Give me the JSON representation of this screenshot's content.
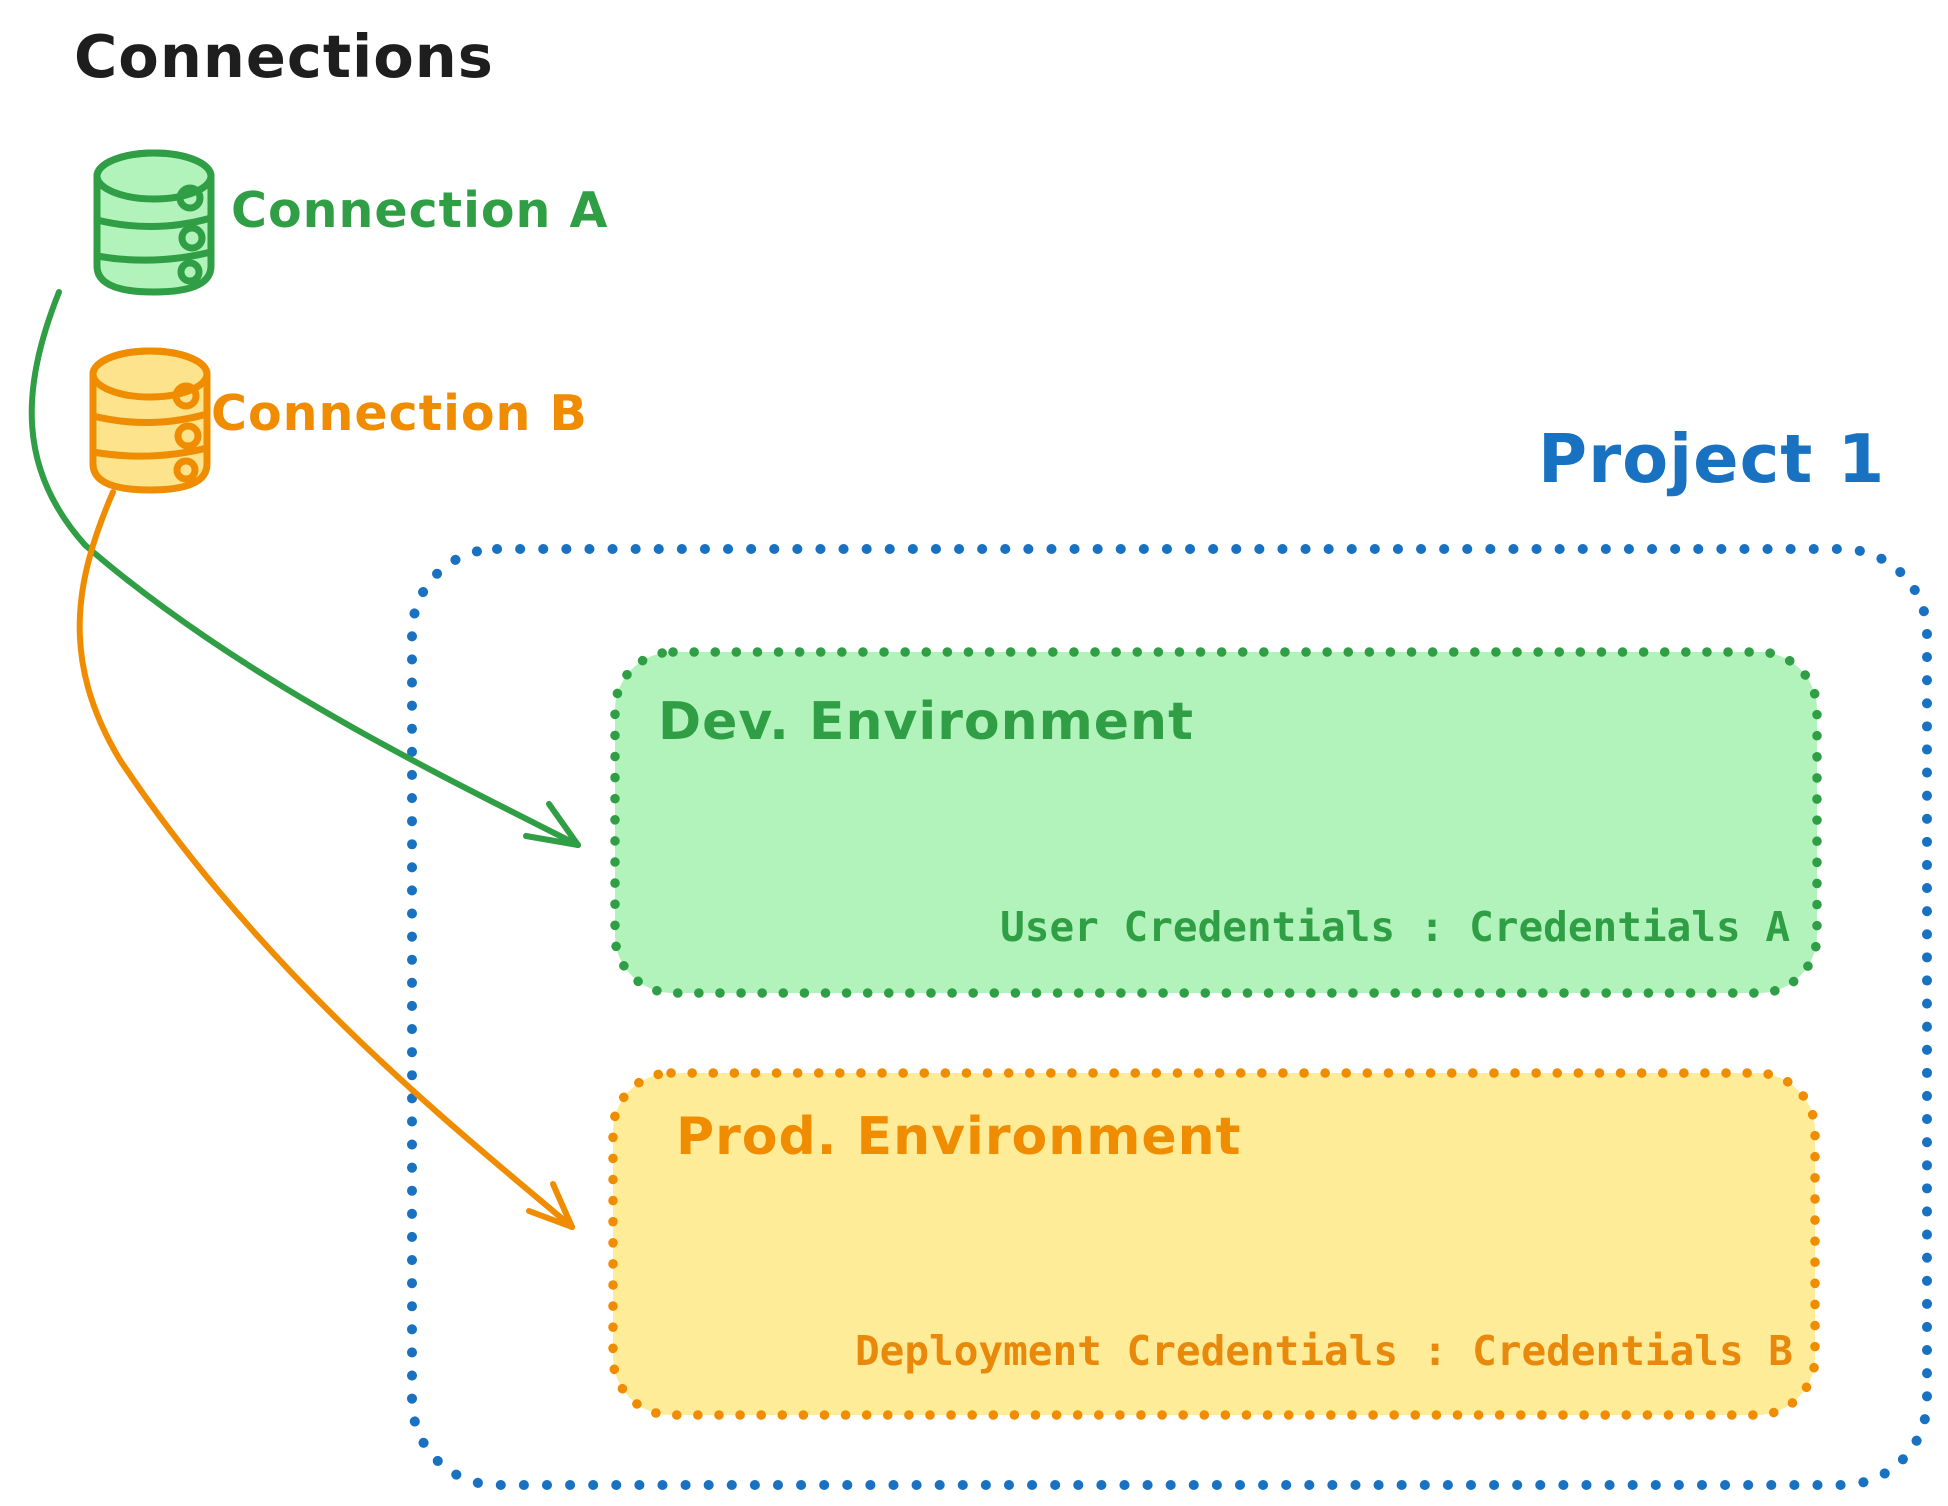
{
  "title": "Connections",
  "colors": {
    "text": "#1e1e1e",
    "green": "#2f9e44",
    "green_fill": "#b2f2bb",
    "orange": "#f08c00",
    "orange_text": "#e8890c",
    "yellow_fill": "#ffec99",
    "yellow_cylinder_fill": "#fce38c",
    "blue": "#1971c2",
    "background": "#ffffff"
  },
  "connections": {
    "a": {
      "label": "Connection A",
      "icon": "database-icon"
    },
    "b": {
      "label": "Connection B",
      "icon": "database-icon"
    }
  },
  "project": {
    "label": "Project 1",
    "environments": {
      "dev": {
        "title": "Dev. Environment",
        "credentials": "User Credentials : Credentials A"
      },
      "prod": {
        "title": "Prod. Environment",
        "credentials": "Deployment Credentials : Credentials B"
      }
    }
  },
  "arrows": {
    "a_to_dev": {
      "from": "Connection A",
      "to": "Dev. Environment"
    },
    "b_to_prod": {
      "from": "Connection B",
      "to": "Prod. Environment"
    }
  }
}
